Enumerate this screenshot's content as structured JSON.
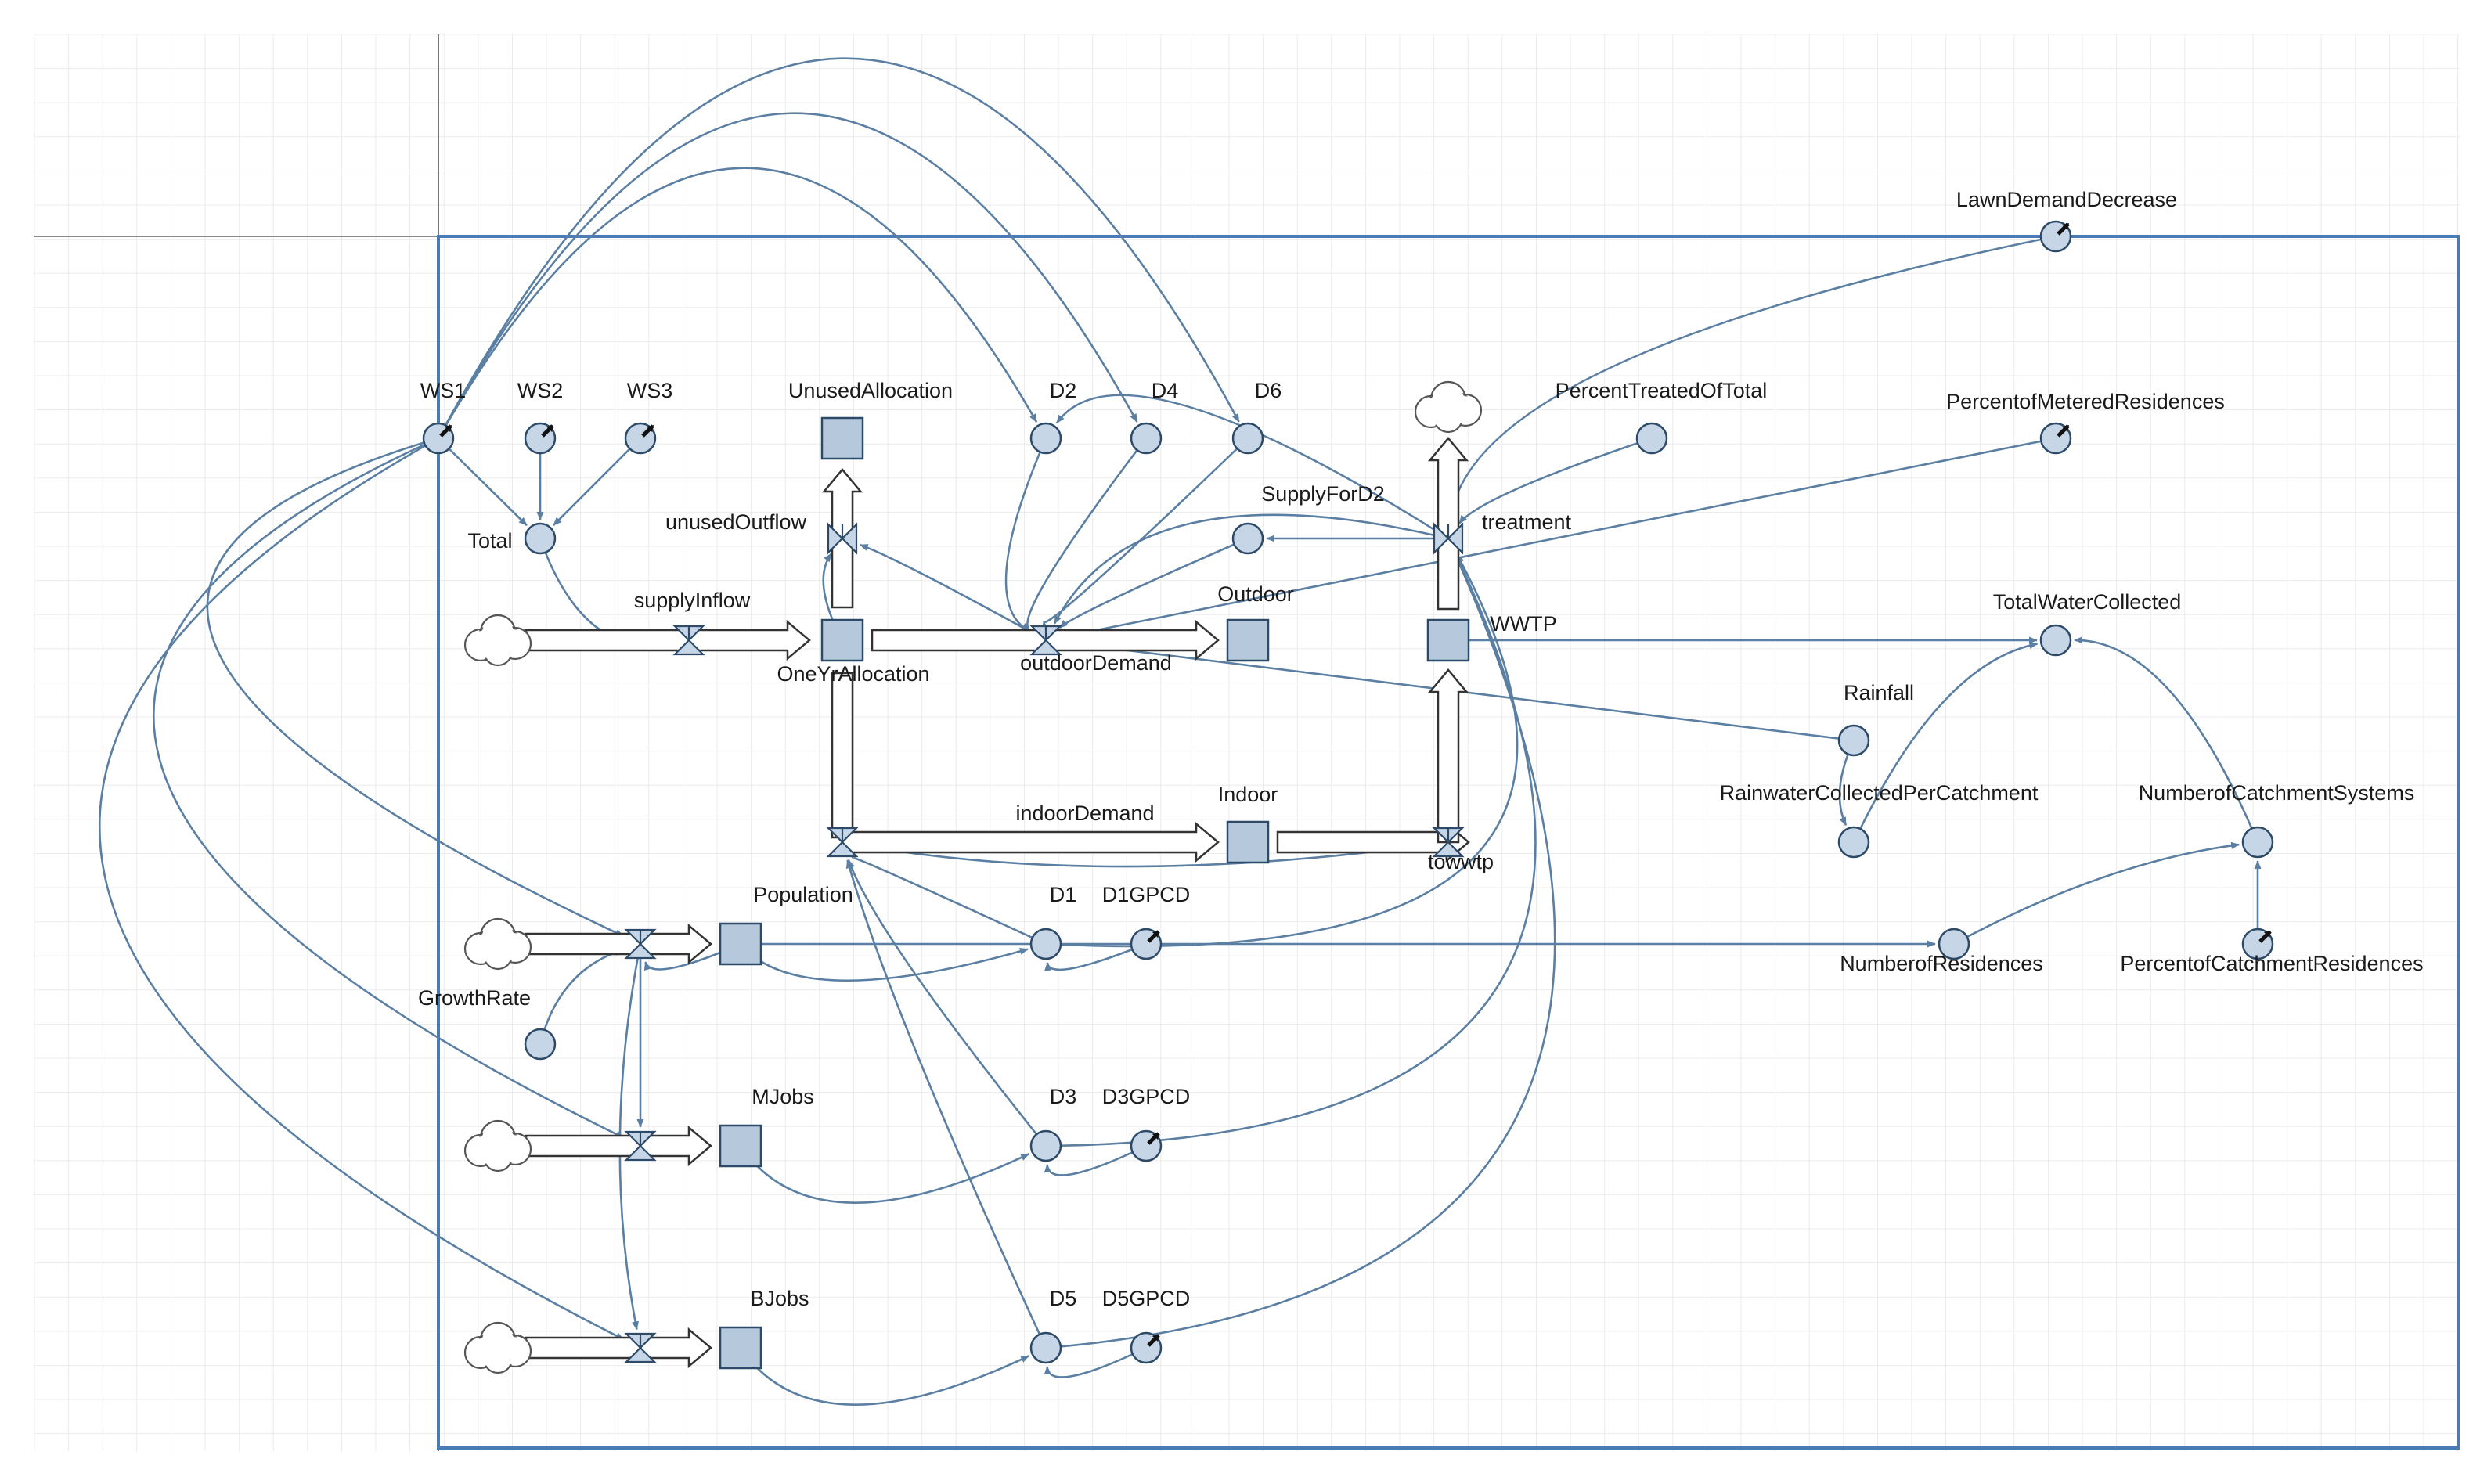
{
  "colors": {
    "grid": "#e6e6e6",
    "frame": "#4a7bb7",
    "connector": "#5b7fa3",
    "pipe": "#333333",
    "node_fill": "#c7d6e6",
    "stock_fill": "#b6c9dc",
    "label": "#1a1a1a"
  },
  "stocks": [
    {
      "id": "UnusedAllocation",
      "label": "UnusedAllocation"
    },
    {
      "id": "OneYrAllocation",
      "label": "OneYrAllocation"
    },
    {
      "id": "Outdoor",
      "label": "Outdoor"
    },
    {
      "id": "WWTP",
      "label": "WWTP"
    },
    {
      "id": "Indoor",
      "label": "Indoor"
    },
    {
      "id": "Population",
      "label": "Population"
    },
    {
      "id": "MJobs",
      "label": "MJobs"
    },
    {
      "id": "BJobs",
      "label": "BJobs"
    }
  ],
  "flows": [
    {
      "id": "supplyInflow",
      "label": "supplyInflow"
    },
    {
      "id": "unusedOutflow",
      "label": "unusedOutflow"
    },
    {
      "id": "outdoorDemand",
      "label": "outdoorDemand"
    },
    {
      "id": "treatment",
      "label": "treatment"
    },
    {
      "id": "indoorDemand",
      "label": "indoorDemand"
    },
    {
      "id": "towwtp",
      "label": "towwtp"
    },
    {
      "id": "popFlow",
      "label": ""
    },
    {
      "id": "mjobsFlow",
      "label": ""
    },
    {
      "id": "bjobsFlow",
      "label": ""
    }
  ],
  "converters": [
    {
      "id": "WS1",
      "label": "WS1",
      "ghost": true
    },
    {
      "id": "WS2",
      "label": "WS2",
      "ghost": true
    },
    {
      "id": "WS3",
      "label": "WS3",
      "ghost": true
    },
    {
      "id": "Total",
      "label": "Total"
    },
    {
      "id": "D2",
      "label": "D2"
    },
    {
      "id": "D4",
      "label": "D4"
    },
    {
      "id": "D6",
      "label": "D6"
    },
    {
      "id": "PercentTreatedOfTotal",
      "label": "PercentTreatedOfTotal"
    },
    {
      "id": "PercentofMeteredResidences",
      "label": "PercentofMeteredResidences",
      "ghost": true
    },
    {
      "id": "LawnDemandDecrease",
      "label": "LawnDemandDecrease",
      "ghost": true
    },
    {
      "id": "SupplyForD2",
      "label": "SupplyForD2"
    },
    {
      "id": "TotalWaterCollected",
      "label": "TotalWaterCollected"
    },
    {
      "id": "Rainfall",
      "label": "Rainfall"
    },
    {
      "id": "RainwaterCollectedPerCatchment",
      "label": "RainwaterCollectedPerCatchment"
    },
    {
      "id": "NumberofCatchmentSystems",
      "label": "NumberofCatchmentSystems"
    },
    {
      "id": "NumberofResidences",
      "label": "NumberofResidences"
    },
    {
      "id": "PercentofCatchmentResidences",
      "label": "PercentofCatchmentResidences",
      "ghost": true
    },
    {
      "id": "GrowthRate",
      "label": "GrowthRate"
    },
    {
      "id": "D1",
      "label": "D1"
    },
    {
      "id": "D1GPCD",
      "label": "D1GPCD",
      "ghost": true
    },
    {
      "id": "D3",
      "label": "D3"
    },
    {
      "id": "D3GPCD",
      "label": "D3GPCD",
      "ghost": true
    },
    {
      "id": "D5",
      "label": "D5"
    },
    {
      "id": "D5GPCD",
      "label": "D5GPCD",
      "ghost": true
    }
  ],
  "clouds": [
    {
      "id": "cloudSupply"
    },
    {
      "id": "cloudTreatment"
    },
    {
      "id": "cloudPopulation"
    },
    {
      "id": "cloudMJobs"
    },
    {
      "id": "cloudBJobs"
    }
  ],
  "connectors": [
    {
      "from": "WS1",
      "to": "Total"
    },
    {
      "from": "WS2",
      "to": "Total"
    },
    {
      "from": "WS3",
      "to": "Total"
    },
    {
      "from": "Total",
      "to": "supplyInflow"
    },
    {
      "from": "OneYrAllocation",
      "to": "unusedOutflow"
    },
    {
      "from": "outdoorDemand",
      "to": "unusedOutflow"
    },
    {
      "from": "D2",
      "to": "outdoorDemand"
    },
    {
      "from": "D4",
      "to": "outdoorDemand"
    },
    {
      "from": "D6",
      "to": "outdoorDemand"
    },
    {
      "from": "treatment",
      "to": "outdoorDemand"
    },
    {
      "from": "treatment",
      "to": "D2"
    },
    {
      "from": "treatment",
      "to": "SupplyForD2"
    },
    {
      "from": "SupplyForD2",
      "to": "outdoorDemand"
    },
    {
      "from": "PercentTreatedOfTotal",
      "to": "treatment"
    },
    {
      "from": "PercentofMeteredResidences",
      "to": "outdoorDemand"
    },
    {
      "from": "LawnDemandDecrease",
      "to": "treatment"
    },
    {
      "from": "WWTP",
      "to": "TotalWaterCollected"
    },
    {
      "from": "Rainfall",
      "to": "outdoorDemand"
    },
    {
      "from": "RainwaterCollectedPerCatchment",
      "to": "TotalWaterCollected"
    },
    {
      "from": "Rainfall",
      "to": "RainwaterCollectedPerCatchment"
    },
    {
      "from": "NumberofCatchmentSystems",
      "to": "TotalWaterCollected"
    },
    {
      "from": "NumberofResidences",
      "to": "NumberofCatchmentSystems"
    },
    {
      "from": "PercentofCatchmentResidences",
      "to": "NumberofCatchmentSystems"
    },
    {
      "from": "Population",
      "to": "NumberofResidences"
    },
    {
      "from": "Population",
      "to": "popFlow"
    },
    {
      "from": "Population",
      "to": "D1"
    },
    {
      "from": "D1GPCD",
      "to": "D1"
    },
    {
      "from": "D1",
      "to": "indoorDemand"
    },
    {
      "from": "D1",
      "to": "treatment"
    },
    {
      "from": "MJobs",
      "to": "D3"
    },
    {
      "from": "D3GPCD",
      "to": "D3"
    },
    {
      "from": "D3",
      "to": "indoorDemand"
    },
    {
      "from": "D3",
      "to": "treatment"
    },
    {
      "from": "BJobs",
      "to": "D5"
    },
    {
      "from": "D5GPCD",
      "to": "D5"
    },
    {
      "from": "D5",
      "to": "indoorDemand"
    },
    {
      "from": "D5",
      "to": "treatment"
    },
    {
      "from": "GrowthRate",
      "to": "popFlow"
    },
    {
      "from": "popFlow",
      "to": "mjobsFlow"
    },
    {
      "from": "popFlow",
      "to": "bjobsFlow"
    },
    {
      "from": "towwtp",
      "to": "indoorDemand"
    },
    {
      "from": "WS1",
      "to": "D2"
    },
    {
      "from": "WS1",
      "to": "D4"
    },
    {
      "from": "WS1",
      "to": "D6"
    },
    {
      "from": "WS1",
      "to": "popFlow"
    },
    {
      "from": "WS1",
      "to": "mjobsFlow"
    },
    {
      "from": "WS1",
      "to": "bjobsFlow"
    }
  ]
}
